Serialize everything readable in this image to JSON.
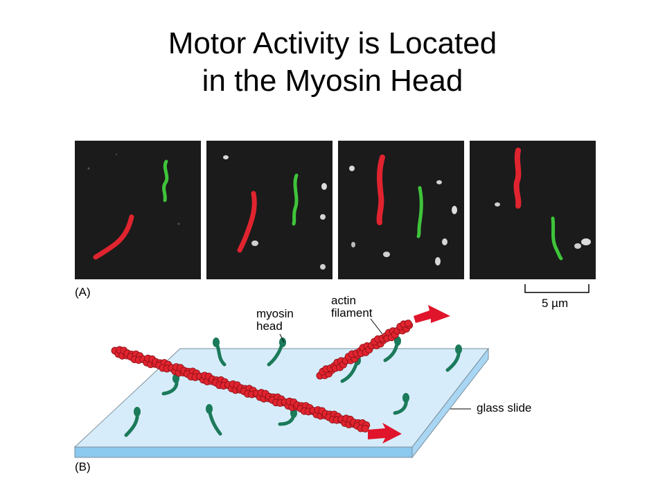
{
  "title": {
    "line1": "Motor Activity is Located",
    "line2": "in the Myosin Head"
  },
  "panel_a": {
    "label": "(A)",
    "scale_bar_label": "5 µm"
  },
  "panel_b": {
    "label": "(B)",
    "callouts": {
      "myosin_line1": "myosin",
      "myosin_line2": "head",
      "actin_line1": "actin",
      "actin_line2": "filament",
      "glass_slide": "glass slide"
    }
  },
  "colors": {
    "actin_red": "#e0242f",
    "actin_green": "#3fc43a",
    "myosin_teal": "#1b7a5a",
    "slide_fill": "#d7ecfa",
    "slide_edge": "#8cc9ef",
    "arrow_red": "#e0142a"
  }
}
